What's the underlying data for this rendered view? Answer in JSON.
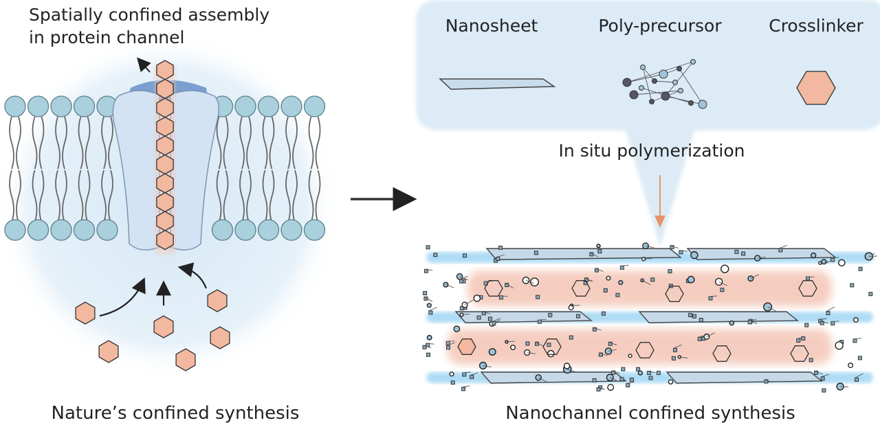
{
  "left": {
    "title_line1": "Spatially confined assembly",
    "title_line2": "in protein channel",
    "caption": "Nature’s confined synthesis"
  },
  "right": {
    "components": [
      {
        "label": "Nanosheet"
      },
      {
        "label": "Poly-precursor"
      },
      {
        "label": "Crosslinker"
      }
    ],
    "process_label": "In situ polymerization",
    "caption": "Nanochannel confined synthesis"
  },
  "colors": {
    "lipid_head": "#a9d0dc",
    "protein": "#cfe0f2",
    "protein_dark": "#6f95c8",
    "crosslinker": "#f2b9a0",
    "glow_blue": "#dcebf6",
    "water_band": "#6cc0ec",
    "polymer_band": "#f1b9a6",
    "arrow_orange": "#e8946a"
  }
}
